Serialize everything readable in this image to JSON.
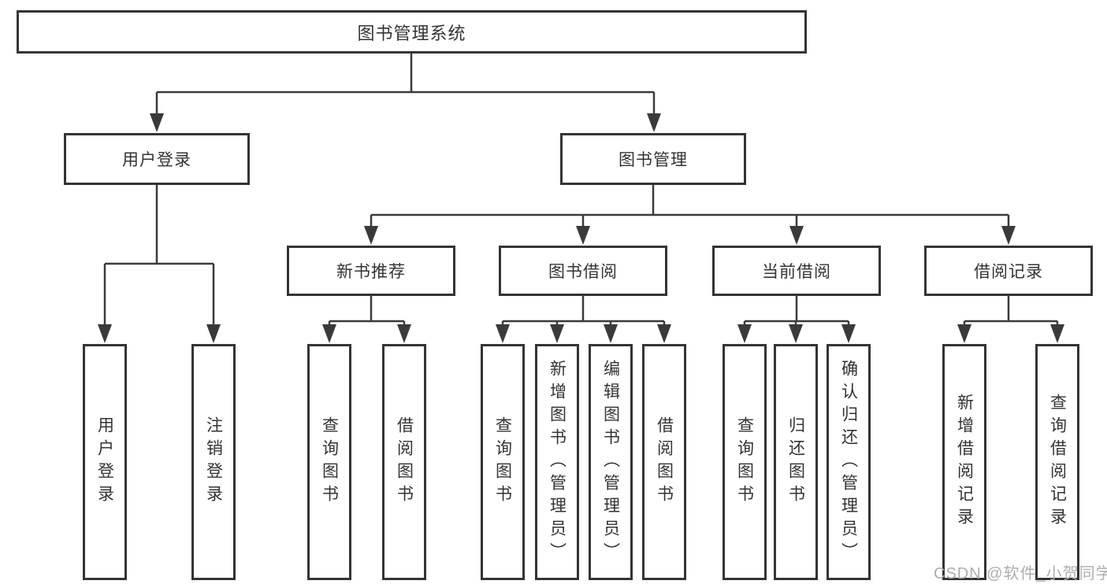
{
  "diagram": {
    "root": {
      "label": "图书管理系统"
    },
    "branches": [
      {
        "label": "用户登录",
        "children": [
          {
            "label": "用户登录"
          },
          {
            "label": "注销登录"
          }
        ]
      },
      {
        "label": "图书管理",
        "children": [
          {
            "label": "新书推荐",
            "children": [
              {
                "label": "查询图书"
              },
              {
                "label": "借阅图书"
              }
            ]
          },
          {
            "label": "图书借阅",
            "children": [
              {
                "label": "查询图书"
              },
              {
                "label": "新增图书（管理员）"
              },
              {
                "label": "编辑图书（管理员）"
              },
              {
                "label": "借阅图书"
              }
            ]
          },
          {
            "label": "当前借阅",
            "children": [
              {
                "label": "查询图书"
              },
              {
                "label": "归还图书"
              },
              {
                "label": "确认归还（管理员）"
              }
            ]
          },
          {
            "label": "借阅记录",
            "children": [
              {
                "label": "新增借阅记录"
              },
              {
                "label": "查询借阅记录"
              }
            ]
          }
        ]
      }
    ]
  },
  "watermark": {
    "text": "CSDN @软件_小贺同学"
  },
  "colors": {
    "line": "#3a3a3a",
    "box_border": "#343434",
    "text": "#333333",
    "watermark": "#adadad",
    "background": "#ffffff"
  }
}
